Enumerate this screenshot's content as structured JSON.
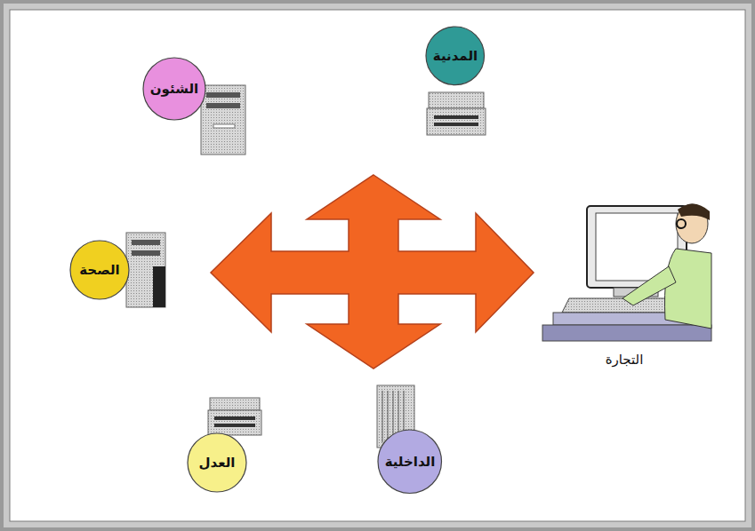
{
  "diagram": {
    "nodes": [
      {
        "text": [
          "المدنية"
        ]
      },
      {
        "text": [
          "الشئون"
        ]
      },
      {
        "text": [
          "الصحة"
        ]
      },
      {
        "text": [
          "العدل"
        ]
      },
      {
        "text": [
          "الداخلية"
        ]
      }
    ],
    "labels": [
      "التجارة"
    ]
  }
}
